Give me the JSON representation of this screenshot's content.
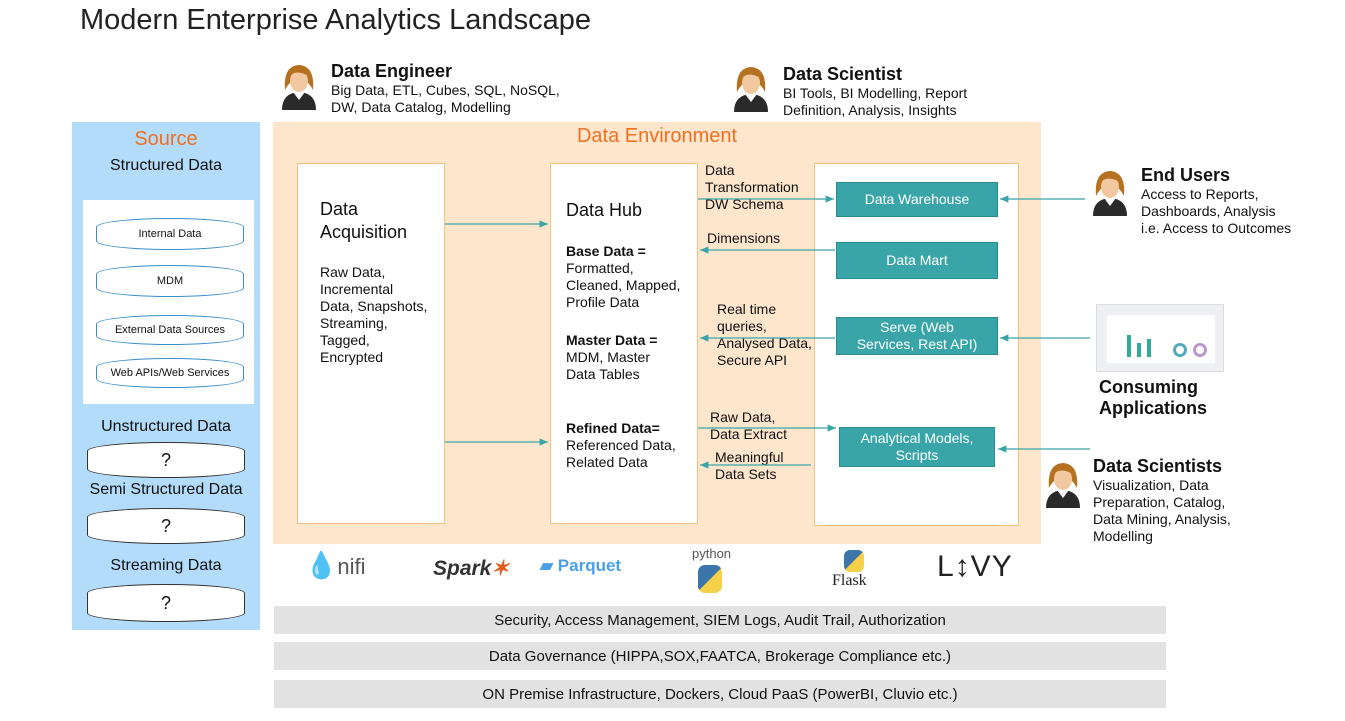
{
  "title": "Modern Enterprise Analytics Landscape",
  "roles": {
    "data_engineer": {
      "name": "Data Engineer",
      "desc1": "Big Data, ETL, Cubes, SQL, NoSQL,",
      "desc2": "DW, Data Catalog, Modelling"
    },
    "data_scientist": {
      "name": "Data Scientist",
      "desc1": "BI Tools, BI Modelling,  Report",
      "desc2": "Definition, Analysis, Insights"
    },
    "end_users": {
      "name": "End Users",
      "desc1": "Access to Reports,",
      "desc2": "Dashboards, Analysis",
      "desc3": "i.e. Access to Outcomes"
    },
    "consuming": {
      "name1": "Consuming",
      "name2": "Applications"
    },
    "data_scientists": {
      "name": "Data Scientists",
      "desc1": "Visualization,  Data",
      "desc2": "Preparation, Catalog,",
      "desc3": "Data Mining, Analysis,",
      "desc4": "Modelling"
    }
  },
  "source": {
    "title": "Source",
    "structured": "Structured Data",
    "items": [
      "Internal Data",
      "MDM",
      "External Data Sources",
      "Web APIs/Web Services"
    ],
    "unstructured": "Unstructured Data",
    "semi": "Semi Structured Data",
    "streaming": "Streaming Data",
    "unknown": "?"
  },
  "env": {
    "title": "Data Environment",
    "acq": {
      "title1": "Data",
      "title2": "Acquisition",
      "lines": [
        "Raw Data,",
        "Incremental",
        "Data, Snapshots,",
        "Streaming,",
        "Tagged,",
        "Encrypted"
      ]
    },
    "hub": {
      "title": "Data Hub",
      "base_h": "Base Data =",
      "base": [
        "Formatted,",
        "Cleaned, Mapped,",
        "Profile Data"
      ],
      "master_h": "Master Data =",
      "master": [
        "MDM,  Master",
        "Data Tables"
      ],
      "refined_h": "Refined Data=",
      "refined": [
        "Referenced Data,",
        "Related Data"
      ]
    },
    "flows": {
      "transform": [
        "Data",
        "Transformation",
        "DW Schema"
      ],
      "dimensions": "Dimensions",
      "realtime": [
        "Real time",
        "queries,",
        "Analysed Data,",
        "Secure API"
      ],
      "raw": [
        "Raw Data,",
        "Data Extract"
      ],
      "meaningful": [
        "Meaningful",
        "Data Sets"
      ]
    },
    "serve": {
      "dw": "Data Warehouse",
      "mart": "Data Mart",
      "serve1": "Serve (Web",
      "serve2": "Services, Rest API)",
      "models1": "Analytical Models,",
      "models2": "Scripts"
    }
  },
  "logos": {
    "nifi": "nifi",
    "spark": "Spark",
    "parquet": "Parquet",
    "python": "python",
    "flask": "Flask",
    "livy": "L↕VY"
  },
  "bars": [
    "Security, Access Management,  SIEM Logs, Audit Trail, Authorization",
    "Data Governance  (HIPPA,SOX,FAATCA,  Brokerage Compliance  etc.)",
    "ON Premise Infrastructure,  Dockers, Cloud PaaS (PowerBI, Cluvio etc.)"
  ],
  "colors": {
    "source_bg": "#b3dcfa",
    "env_bg": "#fde6cc",
    "teal": "#3aa5a8",
    "accent": "#f07020"
  }
}
